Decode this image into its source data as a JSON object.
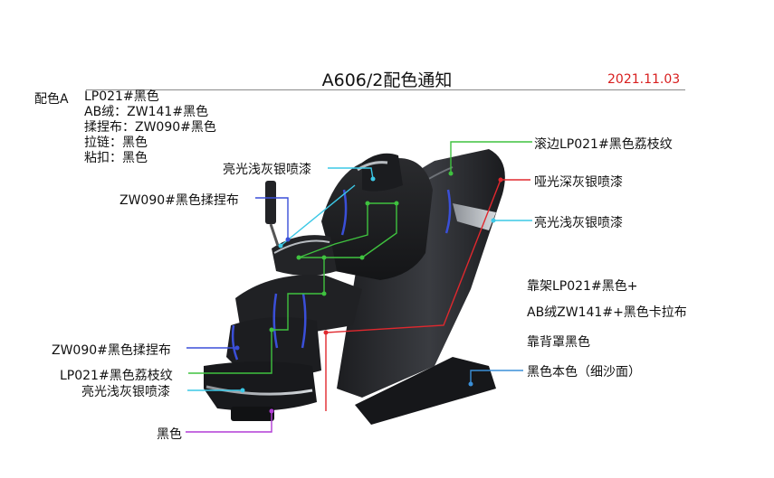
{
  "title": "A606/2配色通知",
  "date": "2021.11.03",
  "scheme": {
    "name": "配色A",
    "specs": [
      "LP021#黑色",
      "AB绒：ZW141#黑色",
      "揉捏布：ZW090#黑色",
      "拉链：黑色",
      "粘扣：黑色"
    ]
  },
  "callouts": {
    "gloss_gray_top": "亮光浅灰银喷漆",
    "zw090_upper": "ZW090#黑色揉捏布",
    "zw090_lower": "ZW090#黑色揉捏布",
    "lp021_lychee_left": "LP021#黑色荔枝纹",
    "gloss_gray_bottom": "亮光浅灰银喷漆",
    "black": "黑色",
    "edge_lp021": "滚边LP021#黑色荔枝纹",
    "matte_dark_gray": "哑光深灰银喷漆",
    "gloss_gray_right": "亮光浅灰银喷漆",
    "frame_line1": "靠架LP021#黑色+",
    "frame_line2": "AB绒ZW141#+黑色卡拉布",
    "back_cover": "靠背罩黑色",
    "base_color": "黑色本色（细沙面）"
  },
  "colors": {
    "cyan": "#3cc8e6",
    "blue": "#3a4fd8",
    "green": "#3fc23f",
    "red": "#e0282e",
    "purple": "#b23cd6",
    "date_red": "#d81e1e"
  }
}
